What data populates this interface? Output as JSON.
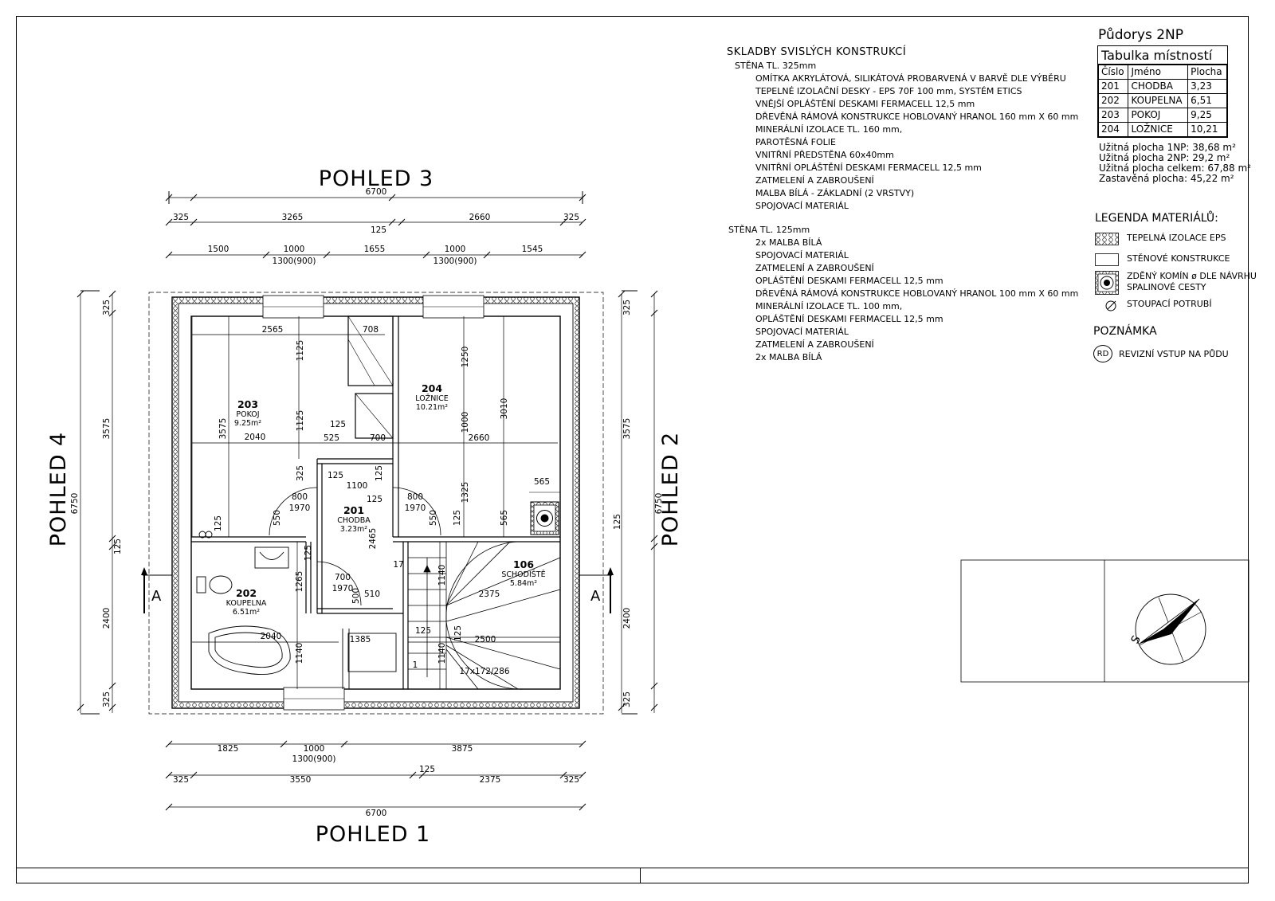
{
  "views": {
    "top": "POHLED 3",
    "bottom": "POHLED 1",
    "left": "POHLED 4",
    "right": "POHLED 2"
  },
  "section_marks": {
    "left": "A",
    "right": "A"
  },
  "dims_top": {
    "overall": "6700",
    "row2": [
      "325",
      "3265",
      "125",
      "2660",
      "325"
    ],
    "row3": [
      "1500",
      "1000",
      "1300(900)",
      "1655",
      "1000",
      "1300(900)",
      "1545"
    ]
  },
  "dims_bottom": {
    "overall": "6700",
    "row1": [
      "1825",
      "1000",
      "1300(900)",
      "3875"
    ],
    "row2": [
      "325",
      "3550",
      "125",
      "2375",
      "325"
    ]
  },
  "dims_left": [
    "325",
    "3575",
    "125",
    "2400",
    "325",
    "6750"
  ],
  "dims_right": [
    "325",
    "3575",
    "125",
    "2400",
    "325",
    "6750"
  ],
  "interior_dims": [
    "2565",
    "708",
    "1125",
    "1125",
    "3575",
    "2040",
    "125",
    "525",
    "700",
    "1250",
    "1000",
    "2660",
    "3010",
    "125",
    "325",
    "125",
    "1100",
    "125",
    "800",
    "1970",
    "800",
    "1970",
    "550",
    "1325",
    "550",
    "125",
    "565",
    "565",
    "125",
    "125",
    "2465",
    "17",
    "1265",
    "700",
    "1970",
    "500",
    "510",
    "1140",
    "2375",
    "125",
    "125",
    "1140",
    "2040",
    "1385",
    "1140",
    "2500",
    "1",
    "17x172/286"
  ],
  "rooms": [
    {
      "num": "203",
      "name": "POKOJ",
      "area": "9.25m²"
    },
    {
      "num": "204",
      "name": "LOŽNICE",
      "area": "10.21m²"
    },
    {
      "num": "201",
      "name": "CHODBA",
      "area": "3.23m²"
    },
    {
      "num": "202",
      "name": "KOUPELNA",
      "area": "6.51m²"
    },
    {
      "num": "106",
      "name": "SCHODIŠTĚ",
      "area": "5.84m²"
    }
  ],
  "specs": {
    "title": "SKLADBY SVISLÝCH KONSTRUKCÍ",
    "wall1": {
      "title": "STĚNA TL. 325mm",
      "items": [
        "OMÍTKA AKRYLÁTOVÁ, SILIKÁTOVÁ PROBARVENÁ V BARVĚ DLE VÝBĚRU",
        "TEPELNÉ IZOLAČNÍ DESKY - EPS 70F 100 mm, SYSTÉM ETICS",
        "VNĚJŠÍ OPLÁŠTĚNÍ DESKAMI FERMACELL 12,5 mm",
        "DŘEVĚNÁ RÁMOVÁ KONSTRUKCE HOBLOVANÝ HRANOL 160 mm X 60 mm",
        "MINERÁLNÍ IZOLACE TL. 160 mm,",
        "PAROTĚSNÁ FOLIE",
        "VNITŘNÍ PŘEDSTĚNA 60x40mm",
        "VNITŘNÍ OPLÁŠTĚNÍ DESKAMI FERMACELL 12,5 mm",
        "ZATMELENÍ A ZABROUŠENÍ",
        "MALBA BÍLÁ - ZÁKLADNÍ (2 VRSTVY)",
        "SPOJOVACÍ MATERIÁL"
      ]
    },
    "wall2": {
      "title": "STĚNA TL. 125mm",
      "items": [
        "2x MALBA BÍLÁ",
        "SPOJOVACÍ MATERIÁL",
        "ZATMELENÍ A ZABROUŠENÍ",
        "OPLÁŠTĚNÍ DESKAMI FERMACELL 12,5 mm",
        "DŘEVĚNÁ RÁMOVÁ KONSTRUKCE HOBLOVANÝ HRANOL 100 mm X 60 mm",
        "MINERÁLNÍ IZOLACE TL. 100 mm,",
        "OPLÁŠTĚNÍ DESKAMI FERMACELL 12,5 mm",
        "SPOJOVACÍ MATERIÁL",
        "ZATMELENÍ A ZABROUŠENÍ",
        "2x MALBA BÍLÁ"
      ]
    }
  },
  "sheet_title": "Půdorys 2NP",
  "room_table": {
    "caption": "Tabulka místností",
    "headers": [
      "Číslo",
      "Jméno",
      "Plocha"
    ],
    "rows": [
      [
        "201",
        "CHODBA",
        "3,23"
      ],
      [
        "202",
        "KOUPELNA",
        "6,51"
      ],
      [
        "203",
        "POKOJ",
        "9,25"
      ],
      [
        "204",
        "LOŽNICE",
        "10,21"
      ]
    ]
  },
  "areas": [
    "Užitná plocha 1NP: 38,68 m²",
    "Užitná plocha 2NP: 29,2 m²",
    "Užitná plocha celkem: 67,88 m²",
    "Zastavěná plocha: 45,22 m²"
  ],
  "legend": {
    "title": "LEGENDA MATERIÁLŮ:",
    "items": [
      "TEPELNÁ IZOLACE EPS",
      "STĚNOVÉ KONSTRUKCE",
      "ZDĚNÝ KOMÍN ø DLE NÁVRHU SPALINOVÉ CESTY",
      "STOUPACÍ POTRUBÍ"
    ]
  },
  "note": {
    "title": "POZNÁMKA",
    "symbol": "RD",
    "text": "REVIZNÍ VSTUP NA PŮDU"
  },
  "north": {
    "label": "S"
  }
}
